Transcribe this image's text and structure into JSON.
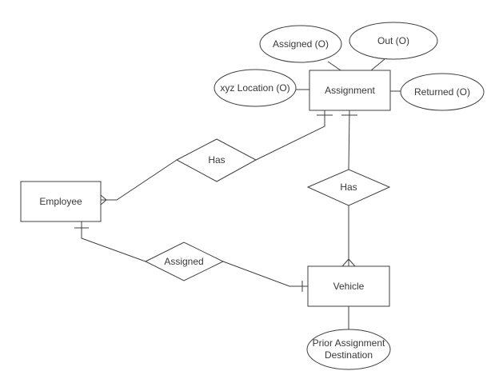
{
  "er": {
    "background_color": "#ffffff",
    "stroke_color": "#3f3f3f",
    "text_color": "#383838",
    "entities": [
      {
        "id": "employee",
        "label": "Employee"
      },
      {
        "id": "assignment",
        "label": "Assignment"
      },
      {
        "id": "vehicle",
        "label": "Vehicle"
      }
    ],
    "relationships": [
      {
        "id": "has-employee-assignment",
        "label": "Has",
        "from": "Employee",
        "to": "Assignment"
      },
      {
        "id": "has-assignment-vehicle",
        "label": "Has",
        "from": "Assignment",
        "to": "Vehicle"
      },
      {
        "id": "assigned-employee-vehicle",
        "label": "Assigned",
        "from": "Employee",
        "to": "Vehicle"
      }
    ],
    "attributes": [
      {
        "id": "assigned-o",
        "label": "Assigned (O)",
        "of": "Assignment"
      },
      {
        "id": "out-o",
        "label": "Out (O)",
        "of": "Assignment"
      },
      {
        "id": "xyz-location-o",
        "label": "xyz Location (O)",
        "of": "Assignment"
      },
      {
        "id": "returned-o",
        "label": "Returned (O)",
        "of": "Assignment"
      },
      {
        "id": "prior-assignment-destination",
        "label": "Prior Assignment Destination",
        "of": "Vehicle"
      }
    ]
  }
}
